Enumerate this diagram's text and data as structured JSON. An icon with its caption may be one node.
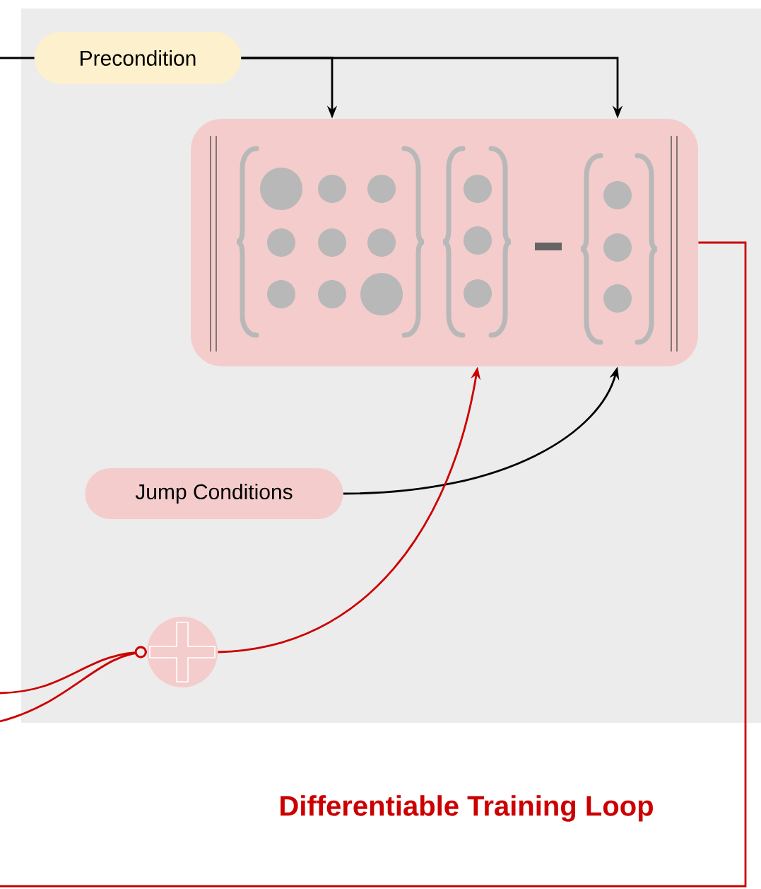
{
  "diagram": {
    "nodes": [
      {
        "text": [
          "Precondition"
        ]
      },
      {
        "text": [],
        "shape": "box"
      },
      {
        "text": [
          "Jump Conditions"
        ]
      },
      {
        "text": [],
        "shape": "circle"
      }
    ],
    "edges": [
      {
        "from": null,
        "to": 0,
        "arrow": "none"
      },
      {
        "from": 0,
        "to": 1,
        "arrow": "to"
      },
      {
        "from": 0,
        "to": 1,
        "arrow": "to"
      },
      {
        "from": 2,
        "to": 1,
        "arrow": "to"
      },
      {
        "from": 3,
        "to": 1,
        "arrow": "to",
        "color": "#cc0000"
      },
      {
        "from": null,
        "to": 3,
        "arrow": "other",
        "color": "#cc0000"
      },
      {
        "from": null,
        "to": 3,
        "arrow": "other",
        "color": "#cc0000"
      },
      {
        "from": 1,
        "to": null,
        "arrow": "none",
        "color": "#cc0000"
      }
    ],
    "labels": [
      "Differentiable Training Loop"
    ]
  }
}
